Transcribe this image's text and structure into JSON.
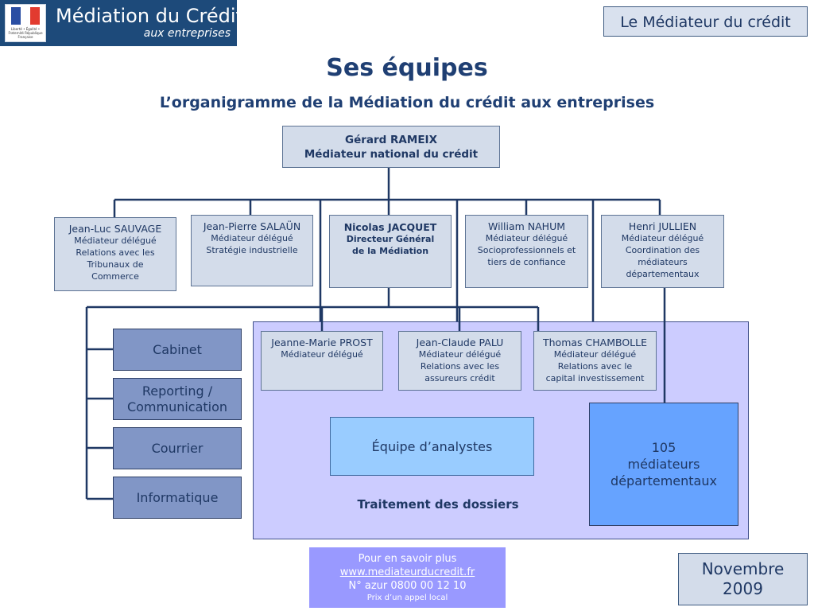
{
  "header": {
    "logo_title": "Médiation du Crédit",
    "logo_subtitle": "aux entreprises",
    "logo_small_text": "Liberté • Égalité • Fraternité République Française",
    "tag": "Le Médiateur du crédit"
  },
  "title": "Ses équipes",
  "subtitle": "L’organigramme de la Médiation du crédit aux entreprises",
  "top": {
    "name": "Gérard RAMEIX",
    "role": "Médiateur national du crédit"
  },
  "level2": [
    {
      "name": "Jean-Luc SAUVAGE",
      "lines": [
        "Médiateur délégué",
        "Relations avec les",
        "Tribunaux de",
        "Commerce"
      ]
    },
    {
      "name": "Jean-Pierre SALAÜN",
      "lines": [
        "Médiateur délégué",
        "Stratégie industrielle"
      ]
    },
    {
      "name": "Nicolas JACQUET",
      "lines": [
        "Directeur Général",
        "de la Médiation"
      ]
    },
    {
      "name": "William NAHUM",
      "lines": [
        "Médiateur délégué",
        "Socioprofessionnels et",
        "tiers de confiance"
      ]
    },
    {
      "name": "Henri JULLIEN",
      "lines": [
        "Médiateur délégué",
        "Coordination des",
        "médiateurs",
        "départementaux"
      ]
    }
  ],
  "level3": [
    {
      "name": "Jeanne-Marie PROST",
      "lines": [
        "Médiateur délégué"
      ]
    },
    {
      "name": "Jean-Claude PALU",
      "lines": [
        "Médiateur délégué",
        "Relations avec les",
        "assureurs crédit"
      ]
    },
    {
      "name": "Thomas CHAMBOLLE",
      "lines": [
        "Médiateur délégué",
        "Relations avec le",
        "capital investissement"
      ]
    }
  ],
  "side_units": [
    "Cabinet",
    "Reporting /\nCommunication",
    "Courrier",
    "Informatique"
  ],
  "analysts": "Équipe d’analystes",
  "departments": "105\nmédiateurs\ndépartementaux",
  "team_label": "Traitement des dossiers",
  "info": {
    "line1": "Pour en savoir plus",
    "url": "www.mediateurducredit.fr",
    "phone": "N° azur 0800 00 12 10",
    "note": "Prix d’un appel local"
  },
  "date": {
    "line1": "Novembre",
    "line2": "2009"
  },
  "colors": {
    "title": "#1f3f73",
    "box_fill": "#d3dcea",
    "team_fill": "#ccccff",
    "side_fill": "#8196c6",
    "analysts_fill": "#99ccff",
    "depts_fill": "#66a3ff",
    "info_fill": "#9999ff",
    "connector": "#1f3864"
  }
}
